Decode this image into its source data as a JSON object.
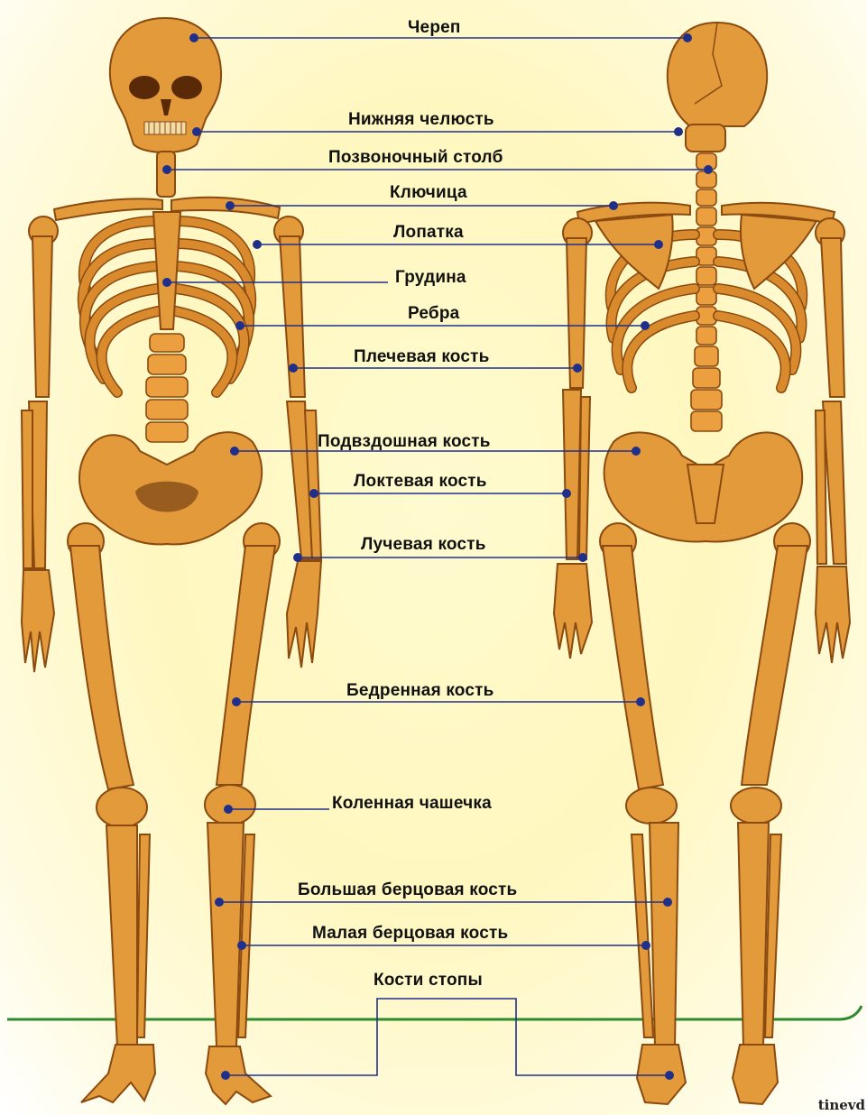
{
  "labels": {
    "skull": "Череп",
    "mandible": "Нижняя челюсть",
    "spine": "Позвоночный столб",
    "clavicle": "Ключица",
    "scapula": "Лопатка",
    "sternum": "Грудина",
    "ribs": "Ребра",
    "humerus": "Плечевая кость",
    "ilium": "Подвздошная кость",
    "ulna": "Локтевая кость",
    "radius": "Лучевая кость",
    "femur": "Бедренная кость",
    "patella": "Коленная чашечка",
    "tibia": "Большая берцовая кость",
    "fibula": "Малая берцовая кость",
    "foot": "Кости стопы"
  },
  "watermark": "tinevd",
  "colors": {
    "bone": "#e39a3a",
    "bone_outline": "#8a4a10",
    "leader_line": "#20308a",
    "ground_line": "#2e8a2e",
    "background": "#fff7bf"
  }
}
